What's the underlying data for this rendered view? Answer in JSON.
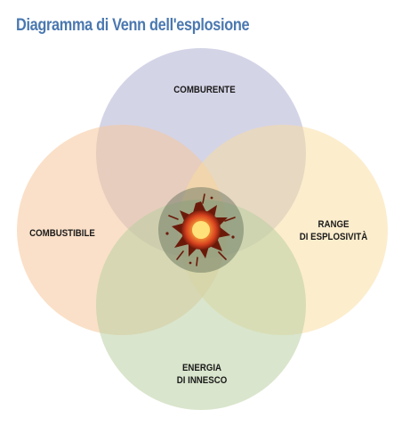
{
  "title": "Diagramma di Venn dell'esplosione",
  "colors": {
    "title": "#4a78b0",
    "comburente": "#b9b9d9",
    "combustibile": "#f6c69a",
    "range": "#f9dc9f",
    "energia": "#b9cfa2",
    "explosion": "#e4572e"
  },
  "sets": {
    "comburente": {
      "label": "COMBURENTE"
    },
    "combustibile": {
      "label": "COMBUSTIBILE"
    },
    "range": {
      "line1": "RANGE",
      "line2": "DI ESPLOSIVITÀ"
    },
    "energia": {
      "line1": "ENERGIA",
      "line2": "DI INNESCO"
    }
  },
  "center_icon": "explosion-icon"
}
